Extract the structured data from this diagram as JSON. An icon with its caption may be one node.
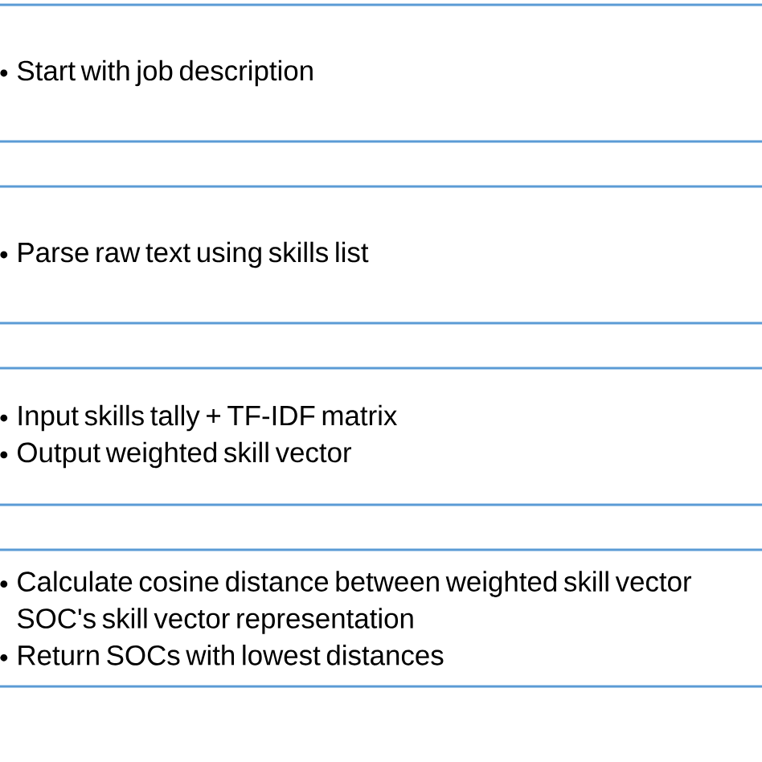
{
  "diagram": {
    "nodes": [
      {
        "text": [
          "Start with job description"
        ]
      },
      {
        "text": [
          "Parse raw text using skills list"
        ]
      },
      {
        "text": [
          "Input skills tally + TF-IDF matrix",
          "Output weighted skill vector"
        ]
      },
      {
        "text": [
          "Calculate cosine distance between weighted skill vector SOC's skill vector representation",
          "Return SOCs with lowest distances"
        ]
      }
    ]
  }
}
